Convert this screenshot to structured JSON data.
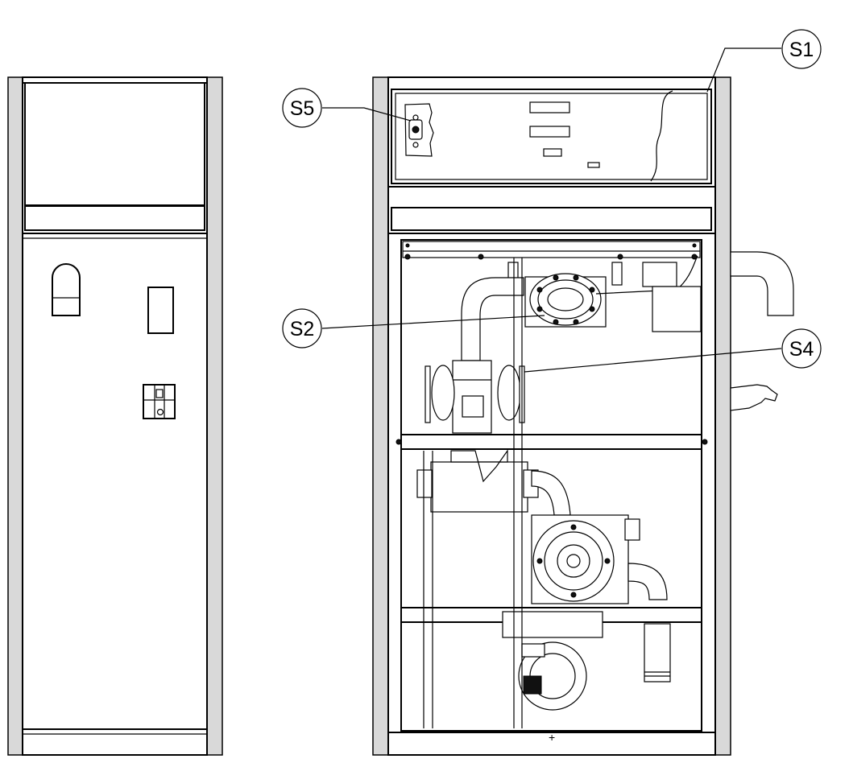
{
  "callouts": {
    "s1": {
      "label": "S1"
    },
    "s2": {
      "label": "S2"
    },
    "s4": {
      "label": "S4"
    },
    "s5": {
      "label": "S5"
    }
  }
}
